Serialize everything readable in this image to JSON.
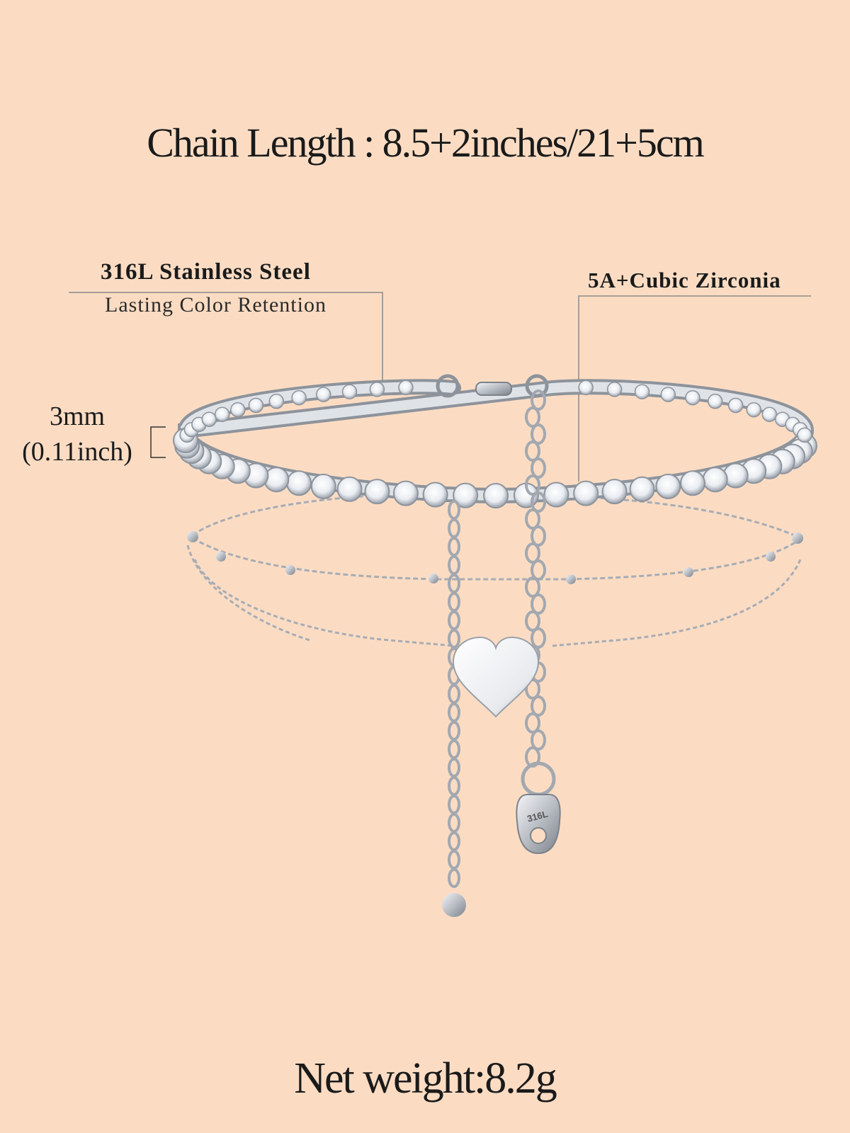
{
  "page": {
    "background": "#fbdcc3",
    "title": "Chain Length : 8.5+2inches/21+5cm",
    "net_weight": "Net weight:8.2g"
  },
  "callouts": {
    "material": {
      "title": "316L Stainless Steel",
      "subtitle": "Lasting Color Retention"
    },
    "stone": {
      "title": "5A+Cubic Zirconia"
    },
    "width": {
      "metric": "3mm",
      "imperial": "(0.11inch)"
    }
  },
  "product": {
    "tag_text": "316L",
    "pendant_icon": "heart-icon",
    "metal_color": "#c9ccd1",
    "stone_color": "#f4f6f9"
  }
}
